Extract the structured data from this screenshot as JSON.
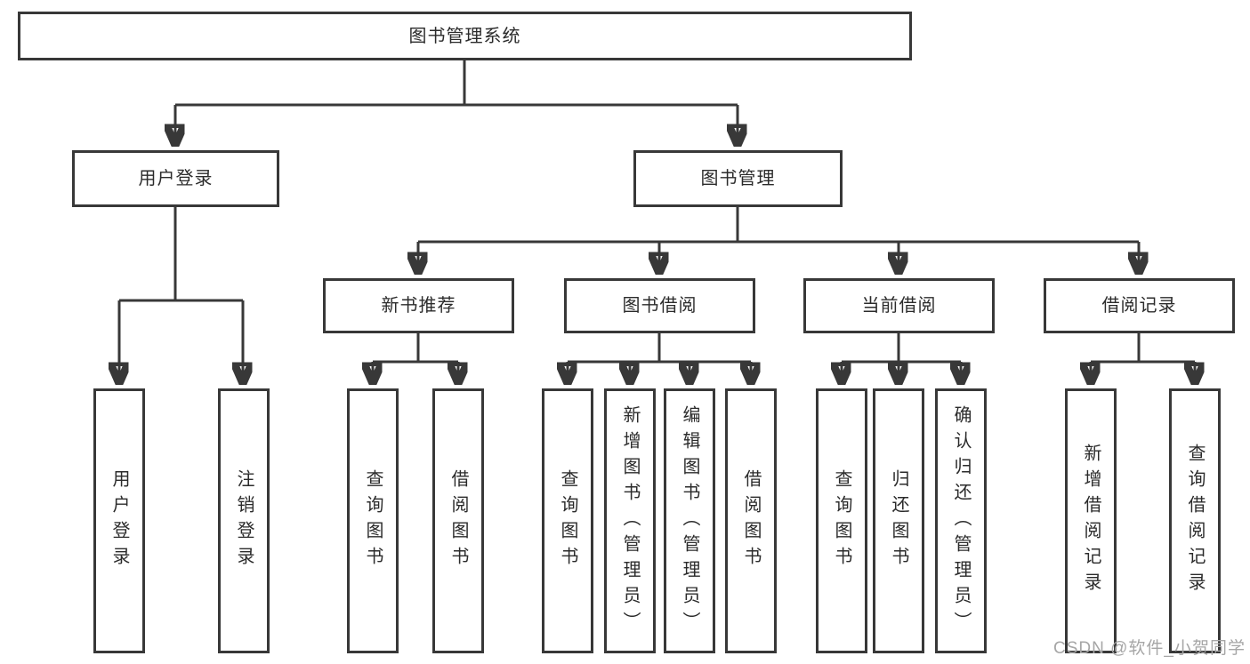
{
  "colors": {
    "line": "#383838",
    "box_border": "#383838",
    "box_fill": "#ffffff",
    "text": "#2b2b2b",
    "watermark": "#a6a6a6",
    "background": "#ffffff"
  },
  "tree": {
    "label": "图书管理系统",
    "children": [
      {
        "label": "用户登录",
        "children": [
          {
            "label": "用户登录"
          },
          {
            "label": "注销登录"
          }
        ]
      },
      {
        "label": "图书管理",
        "children": [
          {
            "label": "新书推荐",
            "children": [
              {
                "label": "查询图书"
              },
              {
                "label": "借阅图书"
              }
            ]
          },
          {
            "label": "图书借阅",
            "children": [
              {
                "label": "查询图书"
              },
              {
                "label": "新增图书（管理员）"
              },
              {
                "label": "编辑图书（管理员）"
              },
              {
                "label": "借阅图书"
              }
            ]
          },
          {
            "label": "当前借阅",
            "children": [
              {
                "label": "查询图书"
              },
              {
                "label": "归还图书"
              },
              {
                "label": "确认归还（管理员）"
              }
            ]
          },
          {
            "label": "借阅记录",
            "children": [
              {
                "label": "新增借阅记录"
              },
              {
                "label": "查询借阅记录"
              }
            ]
          }
        ]
      }
    ]
  },
  "watermark": {
    "text": "CSDN @软件_小贺同学"
  }
}
